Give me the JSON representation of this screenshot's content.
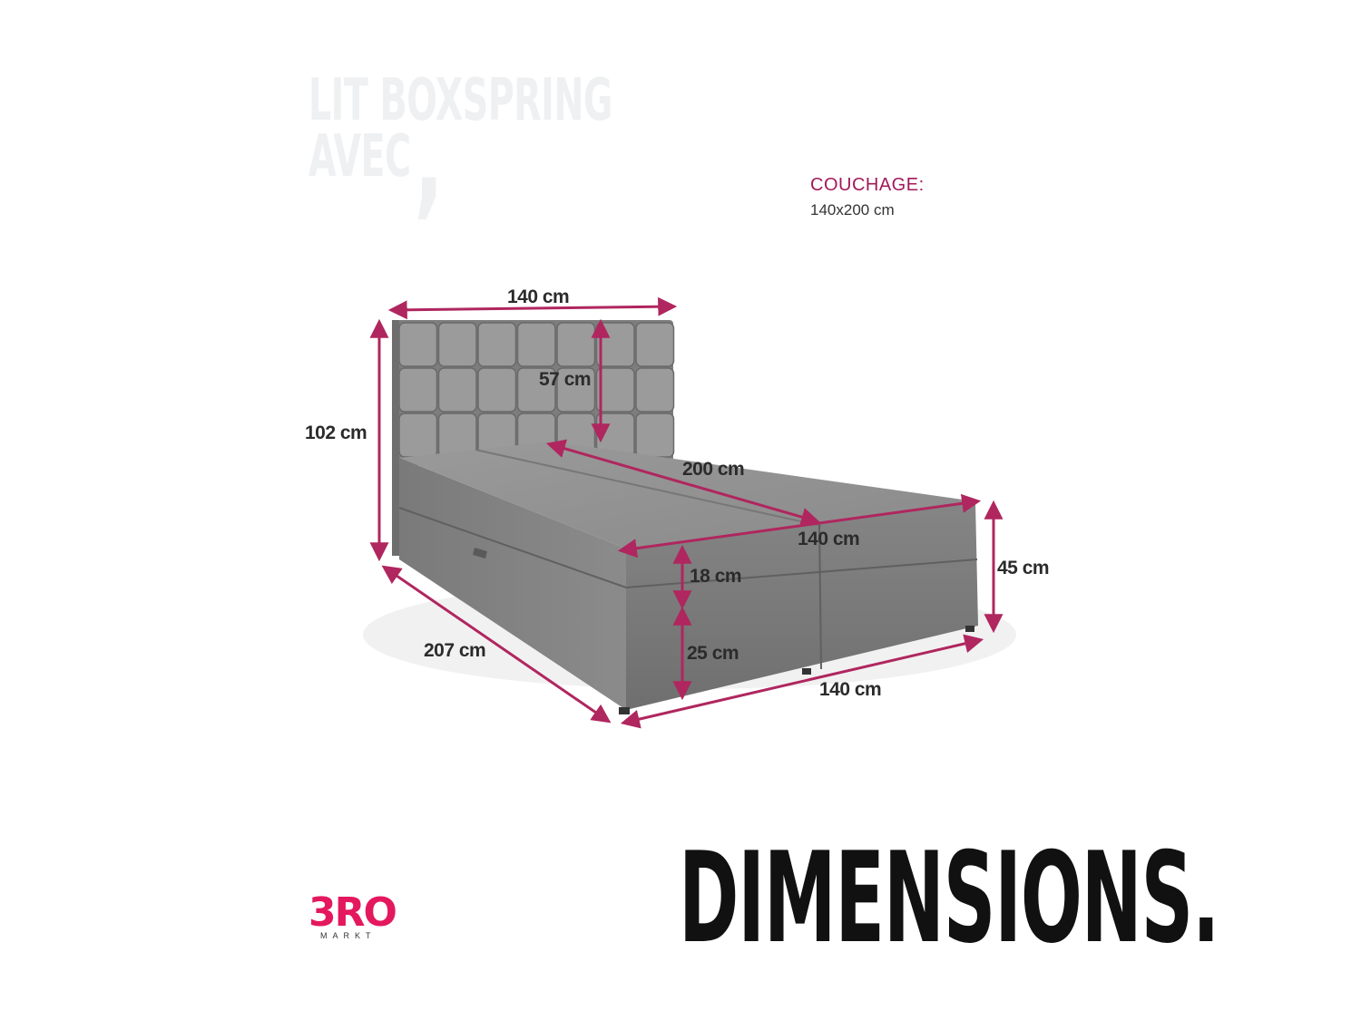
{
  "watermark": {
    "line1": "LIT BOXSPRING",
    "line2": "AVEC",
    "comma": ","
  },
  "sleeping": {
    "label": "COUCHAGE:",
    "value": "140x200 cm"
  },
  "dimensions": {
    "headboard_width": "140 cm",
    "total_height": "102 cm",
    "headboard_visible_height": "57 cm",
    "mattress_length": "200 cm",
    "mattress_width": "140 cm",
    "topper_height": "18 cm",
    "base_height": "25 cm",
    "total_length": "207 cm",
    "base_width": "140 cm",
    "mattress_top_height": "45 cm"
  },
  "title": "DIMENSIONS.",
  "logo": {
    "name": "3RO",
    "subtitle": "MARKT"
  },
  "colors": {
    "accent": "#a3195b",
    "arrow": "#b0265f",
    "fabric": "#8f8f8f",
    "logo": "#e4185e"
  }
}
